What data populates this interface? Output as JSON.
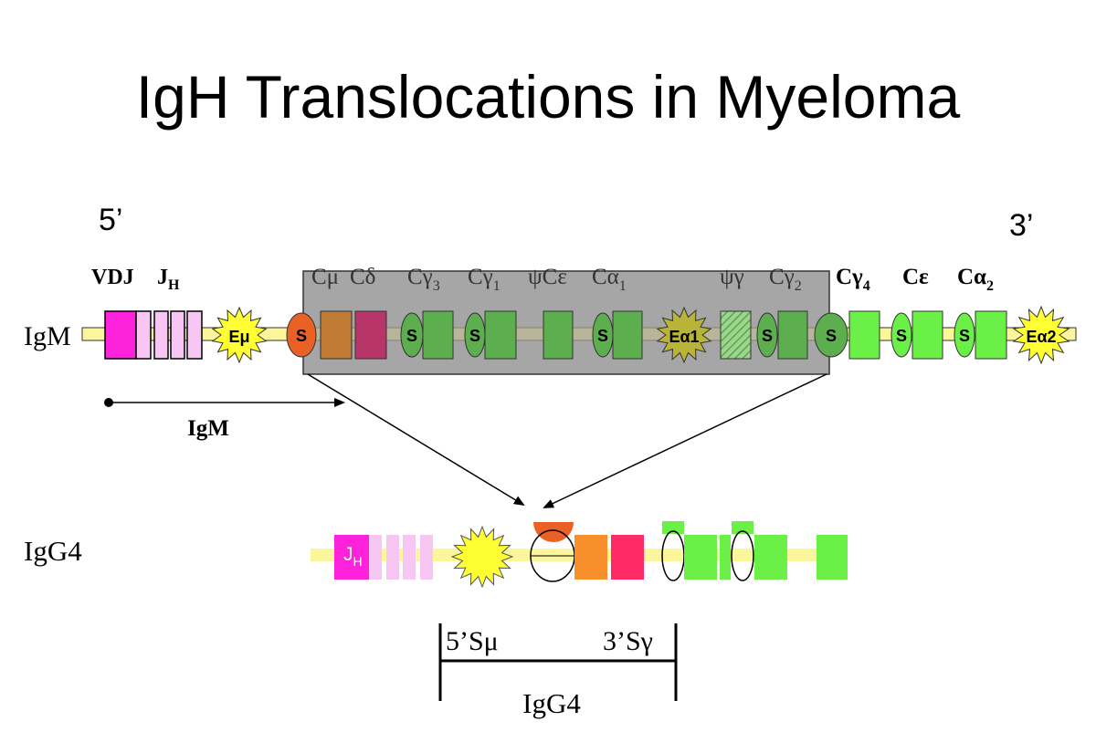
{
  "title": "IgH Translocations in Myeloma",
  "top_locus": {
    "end_5": "5’",
    "end_3": "3’",
    "row_label": "IgM",
    "vdj": "VDJ",
    "jh": {
      "base": "J",
      "sub": "H"
    },
    "gene_labels": [
      {
        "base": "Cμ",
        "sub": ""
      },
      {
        "base": "Cδ",
        "sub": ""
      },
      {
        "base": "Cγ",
        "sub": "3"
      },
      {
        "base": "Cγ",
        "sub": "1"
      },
      {
        "base": "ψCε",
        "sub": ""
      },
      {
        "base": "Cα",
        "sub": "1"
      },
      {
        "base": "ψγ",
        "sub": ""
      },
      {
        "base": "Cγ",
        "sub": "2"
      },
      {
        "base": "Cγ",
        "sub": "4"
      },
      {
        "base": "Cε",
        "sub": ""
      },
      {
        "base": "Cα",
        "sub": "2"
      }
    ],
    "enhancers": [
      "Eμ",
      "Eα1",
      "Eα2"
    ],
    "switch_label": "S",
    "igm_span_label": "IgM"
  },
  "bottom_locus": {
    "row_label": "IgG4",
    "jh": {
      "base": "J",
      "sub": "H"
    },
    "bracket_left": "5’Sμ",
    "bracket_right": "3’Sγ",
    "bracket_label": "IgG4"
  },
  "colors": {
    "backbone": "#fbf59b",
    "vdj": "#ff22dd",
    "jh_segments": "#f8c6f3",
    "enhancer": "#ffff33",
    "enhancer_in_box": "#b9b337",
    "deleted_box": "#a6a6a6",
    "switch_mu": "#ea6125",
    "c_mu": "#bf7a33",
    "c_delta": "#b8356a",
    "gamma_in_box": "#5cae4f",
    "gamma_out_box": "#6af046",
    "mu_orange": "#f7902a",
    "delta_red": "#ff2a66"
  }
}
